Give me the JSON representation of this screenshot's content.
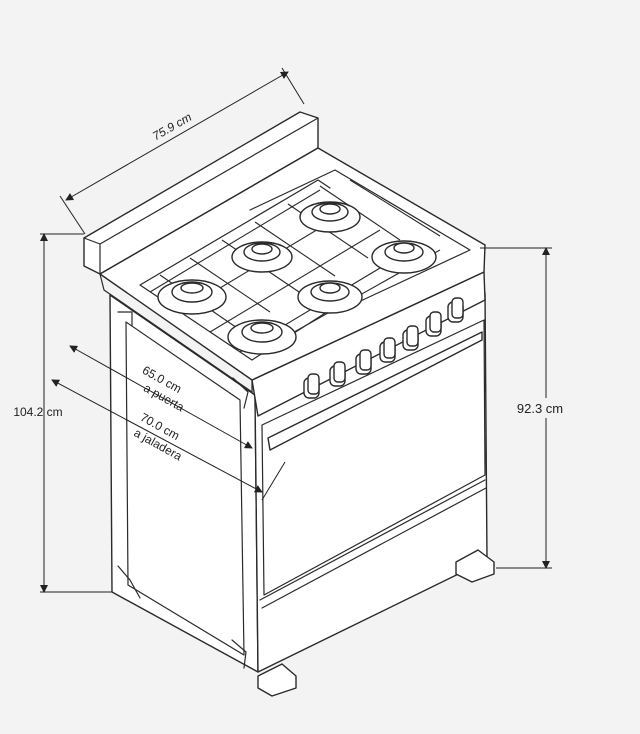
{
  "dimensions": {
    "width": "75.9 cm",
    "total_height": "104.2 cm",
    "counter_height": "92.3 cm",
    "depth_door_value": "65.0 cm",
    "depth_door_note": "a puerta",
    "depth_handle_value": "70.0 cm",
    "depth_handle_note": "a jaladera"
  },
  "stove": {
    "burners": 6,
    "knobs": 7
  },
  "colors": {
    "background": "#f3f3f3",
    "line": "#2a2a2a",
    "appliance": "#ffffff"
  }
}
